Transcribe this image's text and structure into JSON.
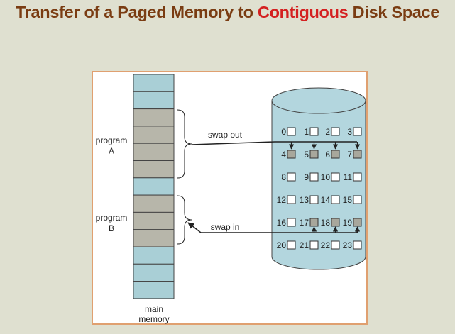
{
  "title": {
    "part1": "Transfer of a Paged Memory to ",
    "highlight": "Contiguous",
    "part2": " Disk Space"
  },
  "diagram": {
    "program_a": "program\nA",
    "program_b": "program\nB",
    "swap_out": "swap out",
    "swap_in": "swap in",
    "main_memory": "main\nmemory",
    "disk_blocks": [
      "0",
      "1",
      "2",
      "3",
      "4",
      "5",
      "6",
      "7",
      "8",
      "9",
      "10",
      "11",
      "12",
      "13",
      "14",
      "15",
      "16",
      "17",
      "18",
      "19",
      "20",
      "21",
      "22",
      "23"
    ],
    "filled_blocks": [
      4,
      5,
      6,
      7,
      17,
      18,
      19
    ]
  },
  "colors": {
    "title": "#7a3c12",
    "highlight": "#d42020",
    "panel_border": "#e0a070",
    "memory_free": "#a9cfd6",
    "memory_used": "#b7b6aa",
    "disk": "#b3d6de",
    "block_filled": "#a8a79c"
  }
}
